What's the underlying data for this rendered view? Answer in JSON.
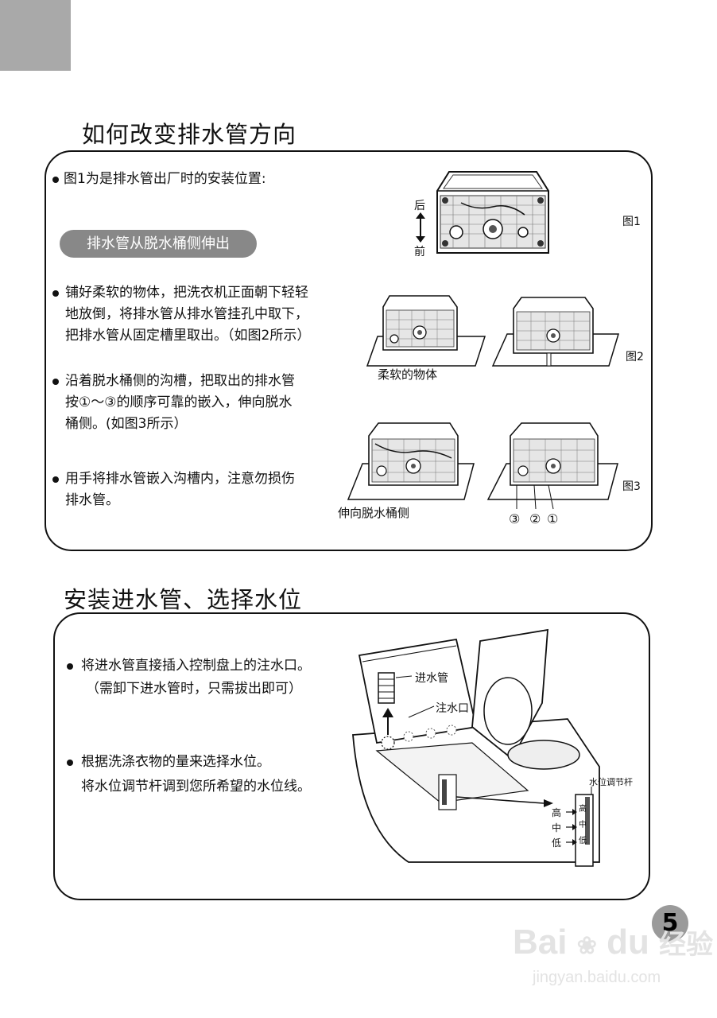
{
  "page": {
    "number": "5"
  },
  "section1": {
    "title": "如何改变排水管方向",
    "bullet1": "图1为是排水管出厂时的安装位置:",
    "pill": "排水管从脱水桶侧伸出",
    "bullet2": [
      "铺好柔软的物体，把洗衣机正面朝下轻轻",
      "地放倒，将排水管从排水管挂孔中取下，",
      "把排水管从固定槽里取出。（如图2所示）"
    ],
    "bullet3": [
      "沿着脱水桶侧的沟槽，把取出的排水管",
      "按①～③的顺序可靠的嵌入，伸向脱水",
      "桶侧。(如图3所示）"
    ],
    "bullet4": [
      "用手将排水管嵌入沟槽内，注意勿损伤",
      "排水管。"
    ],
    "fig1": {
      "label": "图1",
      "back": "后",
      "front": "前"
    },
    "fig2": {
      "label": "图2",
      "caption": "柔软的物体"
    },
    "fig3": {
      "label": "图3",
      "caption": "伸向脱水桶侧",
      "steps": [
        "③",
        "②",
        "①"
      ]
    }
  },
  "section2": {
    "title": "安装进水管、选择水位",
    "bullet1": [
      "将进水管直接插入控制盘上的注水口。",
      "（需卸下进水管时，只需拔出即可）"
    ],
    "bullet2": [
      "根据洗涤衣物的量来选择水位。",
      "将水位调节杆调到您所希望的水位线。"
    ],
    "figure": {
      "inlet_hose": "进水管",
      "inlet_port": "注水口",
      "lever": "水位调节杆",
      "levels": [
        "高",
        "中",
        "低"
      ]
    }
  },
  "watermark": {
    "brand_left": "Bai",
    "brand_mid": "du",
    "brand_right": "经验",
    "url": "jingyan.baidu.com"
  }
}
